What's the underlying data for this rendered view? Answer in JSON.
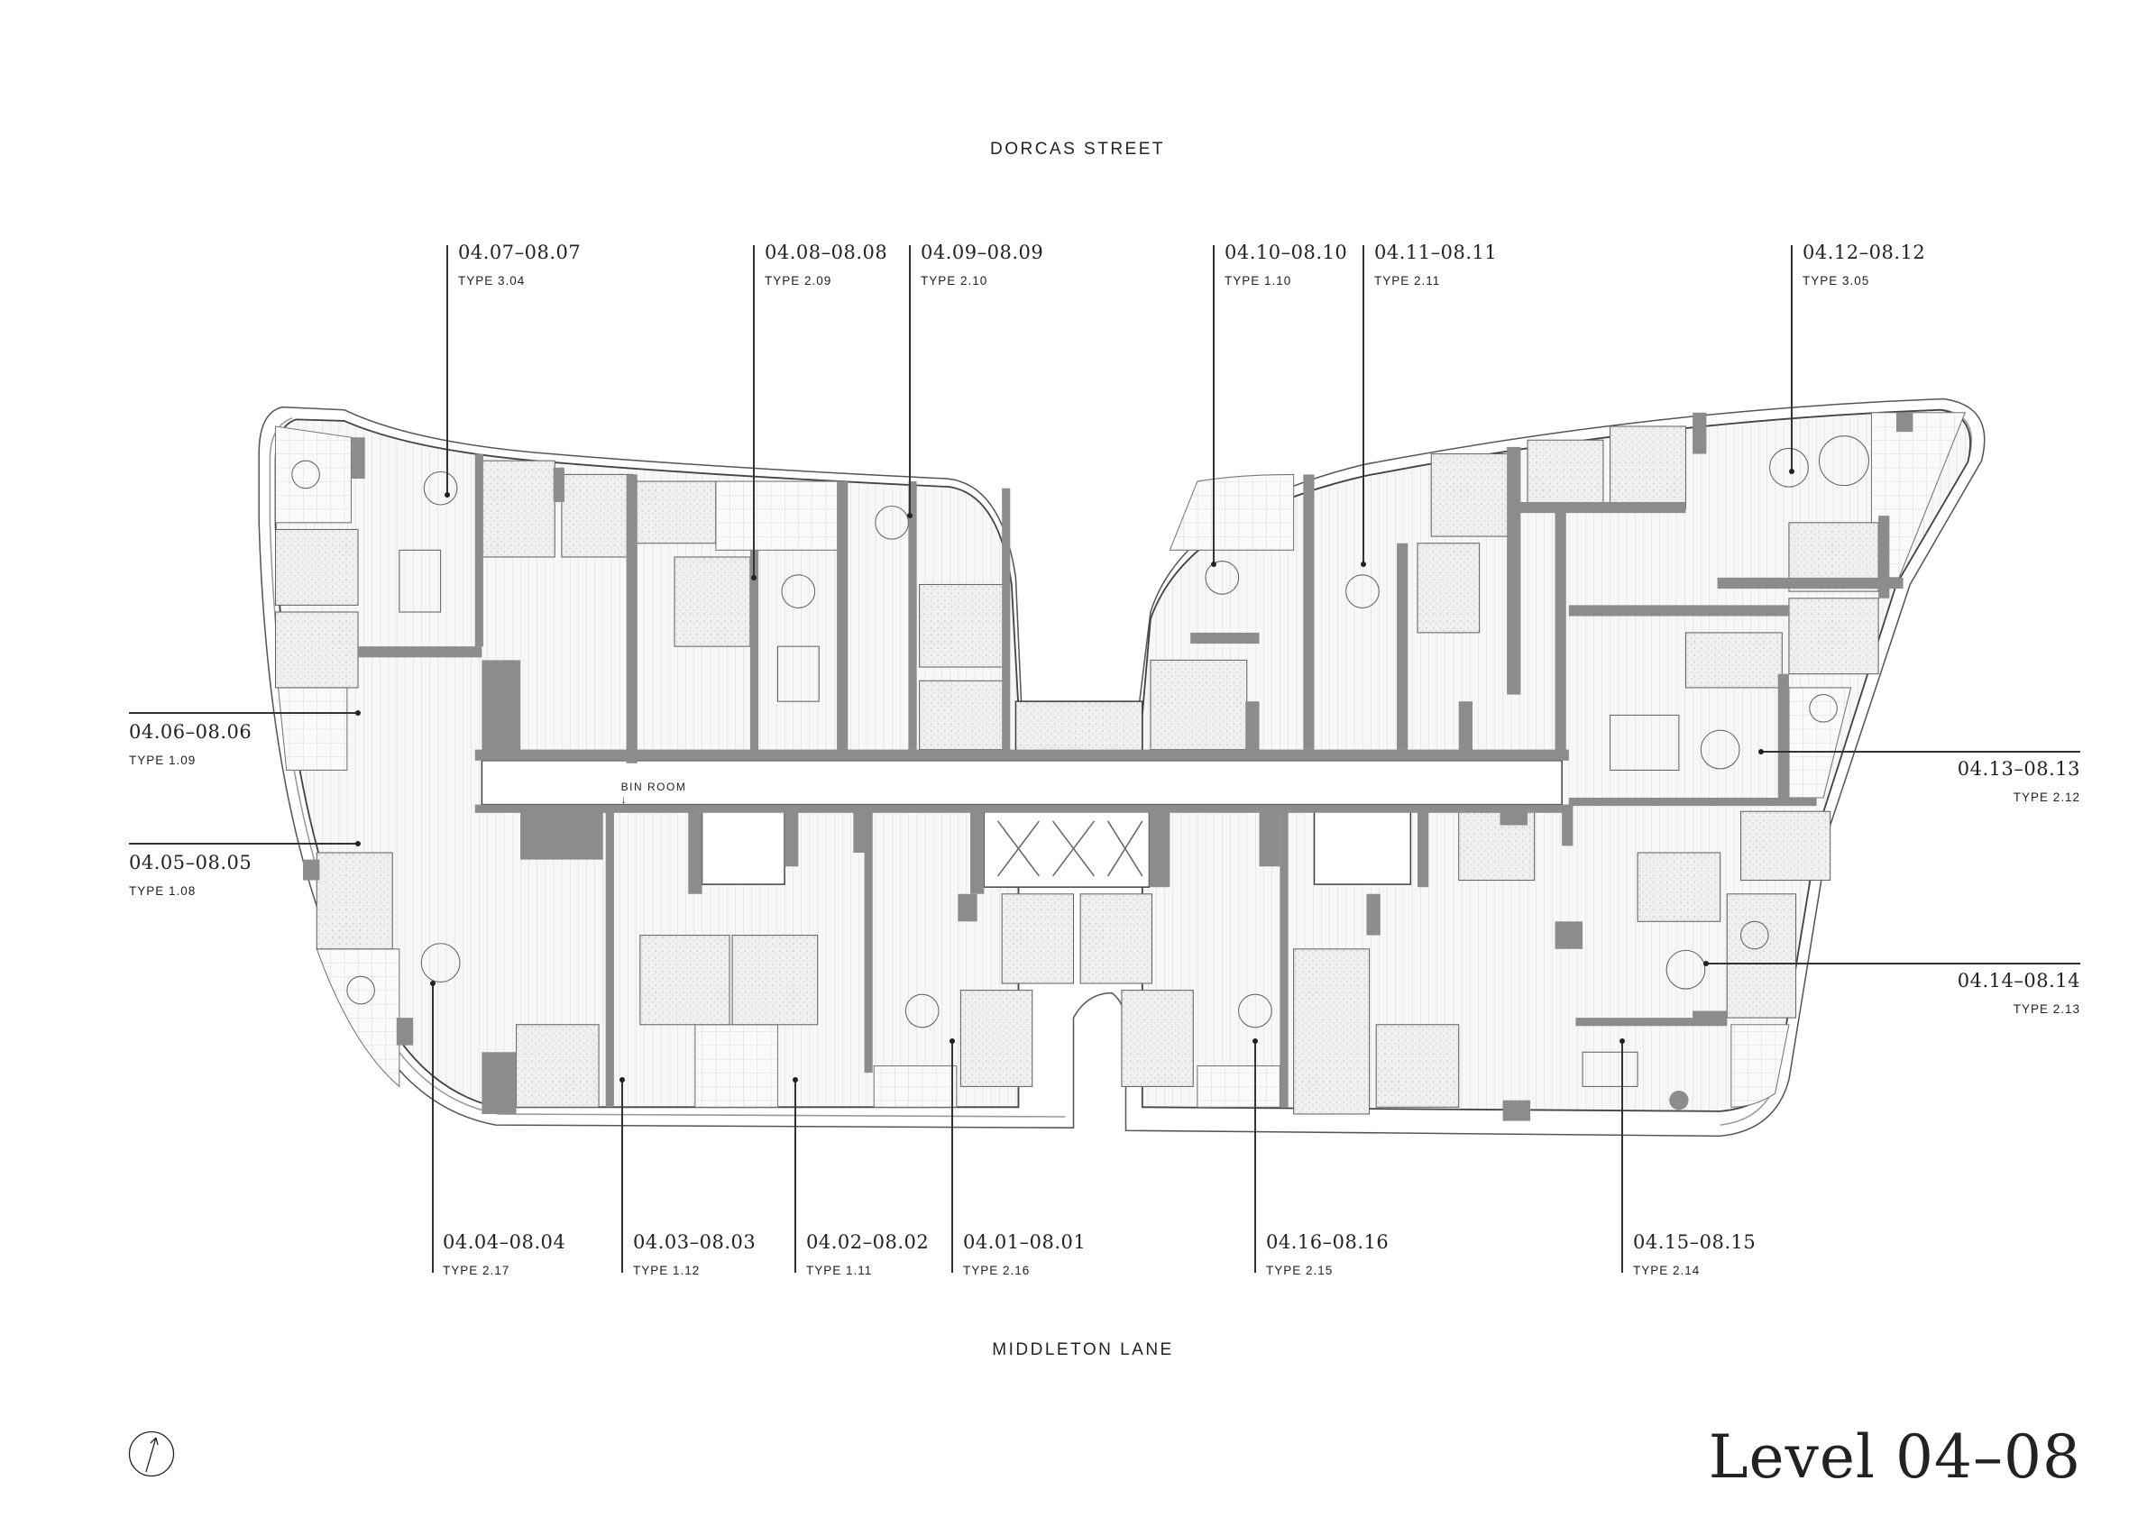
{
  "streets": {
    "top": "DORCAS STREET",
    "bottom": "MIDDLETON LANE"
  },
  "level_title": "Level 04–08",
  "bin_room": {
    "label": "BIN ROOM",
    "arrow": "↓"
  },
  "compass": "north-arrow-icon",
  "units": [
    {
      "id": "04.07–08.07",
      "type": "TYPE 3.04"
    },
    {
      "id": "04.08–08.08",
      "type": "TYPE 2.09"
    },
    {
      "id": "04.09–08.09",
      "type": "TYPE 2.10"
    },
    {
      "id": "04.10–08.10",
      "type": "TYPE 1.10"
    },
    {
      "id": "04.11–08.11",
      "type": "TYPE 2.11"
    },
    {
      "id": "04.12–08.12",
      "type": "TYPE 3.05"
    },
    {
      "id": "04.06–08.06",
      "type": "TYPE 1.09"
    },
    {
      "id": "04.05–08.05",
      "type": "TYPE 1.08"
    },
    {
      "id": "04.13–08.13",
      "type": "TYPE 2.12"
    },
    {
      "id": "04.14–08.14",
      "type": "TYPE 2.13"
    },
    {
      "id": "04.04–08.04",
      "type": "TYPE 2.17"
    },
    {
      "id": "04.03–08.03",
      "type": "TYPE 1.12"
    },
    {
      "id": "04.02–08.02",
      "type": "TYPE 1.11"
    },
    {
      "id": "04.01–08.01",
      "type": "TYPE 2.16"
    },
    {
      "id": "04.16–08.16",
      "type": "TYPE 2.15"
    },
    {
      "id": "04.15–08.15",
      "type": "TYPE 2.14"
    }
  ],
  "colors": {
    "wall": "#8c8c8c",
    "line": "#333333",
    "floor": "#f3f3f3"
  }
}
